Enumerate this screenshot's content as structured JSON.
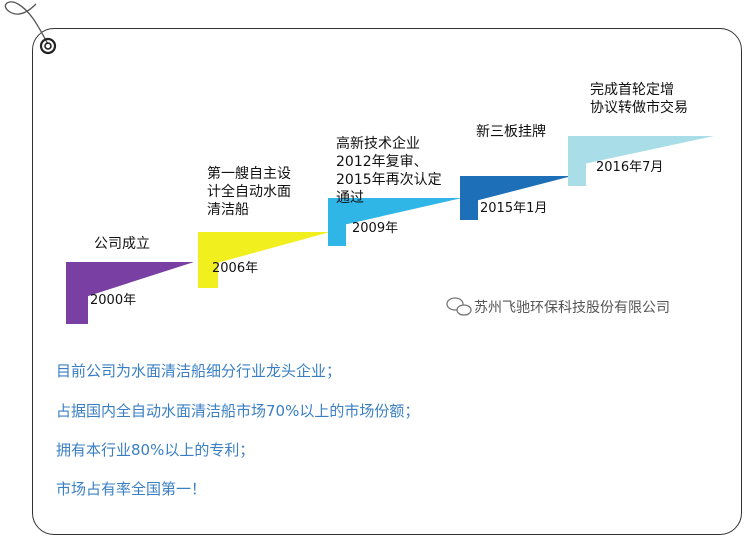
{
  "steps": [
    {
      "title": [
        "公司成立"
      ],
      "date": "2000年",
      "color": "#7a3fa2"
    },
    {
      "title": [
        "第一艘自主设",
        "计全自动水面",
        "清洁船"
      ],
      "date": "2006年",
      "color": "#f2ef1e"
    },
    {
      "title": [
        "高新技术企业",
        "2012年复审、",
        "2015年再次认定",
        "通过"
      ],
      "date": "2009年",
      "color": "#2fb5e6"
    },
    {
      "title": [
        "新三板挂牌"
      ],
      "date": "2015年1月",
      "color": "#1d6fb8"
    },
    {
      "title": [
        "完成首轮定增",
        "协议转做市交易"
      ],
      "date": "2016年7月",
      "color": "#a9dde8"
    }
  ],
  "watermark": "苏州飞驰环保科技股份有限公司",
  "bullets": [
    "目前公司为水面清洁船细分行业龙头企业；",
    "占据国内全自动水面清洁船市场70%以上的市场份额；",
    "拥有本行业80%以上的专利；",
    "市场占有率全国第一！"
  ]
}
